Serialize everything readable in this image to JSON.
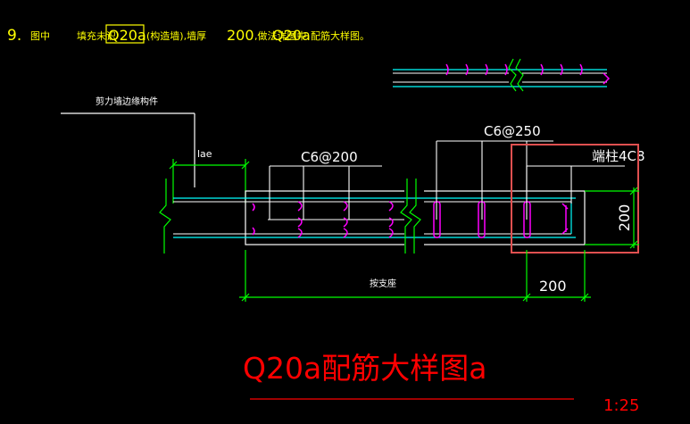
{
  "note": {
    "number": "9.",
    "prefix": "图中",
    "text_a": "填充未识",
    "highlight": "Q20a",
    "text_b": "(构造墙),墙厚",
    "thickness": "200",
    "text_c": ",做法详图中",
    "detail_ref": "Q20a",
    "text_d": "配筋大样图。"
  },
  "labels": {
    "wall_anchor": "剪力墙边缘构件",
    "lae": "lae",
    "stirrup_left": "C6@200",
    "stirrup_right": "C6@250",
    "end_bars": "端柱4C8",
    "span": "按支座",
    "dim_width": "200",
    "dim_height": "200"
  },
  "title": {
    "name": "Q20a配筋大样图a",
    "scale": "1:25"
  },
  "colors": {
    "yellow": "#ffff00",
    "green": "#00ff00",
    "cyan": "#00ffff",
    "magenta": "#ff00ff",
    "red": "#ff0000",
    "highlight_box": "#e05050"
  }
}
